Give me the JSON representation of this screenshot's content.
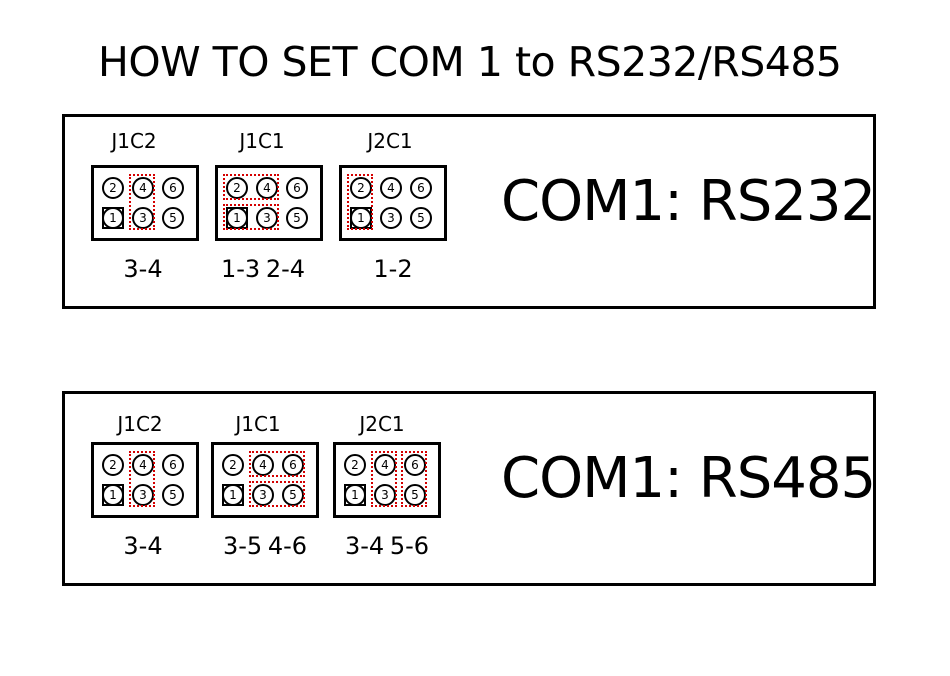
{
  "title": "HOW TO SET COM 1 to RS232/RS485",
  "colors": {
    "jumper_link": "#d40000",
    "outline": "#000000"
  },
  "panels": [
    {
      "id": "rs232",
      "mode_label": "COM1: RS232",
      "jumpers": [
        {
          "name": "J1C2",
          "setting": "3-4",
          "pins_top": [
            "2",
            "4",
            "6"
          ],
          "pins_bottom": [
            "1",
            "3",
            "5"
          ],
          "links": [
            "3-4"
          ]
        },
        {
          "name": "J1C1",
          "setting": "1-3  2-4",
          "pins_top": [
            "2",
            "4",
            "6"
          ],
          "pins_bottom": [
            "1",
            "3",
            "5"
          ],
          "links": [
            "1-3",
            "2-4"
          ]
        },
        {
          "name": "J2C1",
          "setting": "1-2",
          "pins_top": [
            "2",
            "4",
            "6"
          ],
          "pins_bottom": [
            "1",
            "3",
            "5"
          ],
          "links": [
            "1-2"
          ]
        }
      ]
    },
    {
      "id": "rs485",
      "mode_label": "COM1: RS485",
      "jumpers": [
        {
          "name": "J1C2",
          "setting": "3-4",
          "pins_top": [
            "2",
            "4",
            "6"
          ],
          "pins_bottom": [
            "1",
            "3",
            "5"
          ],
          "links": [
            "3-4"
          ]
        },
        {
          "name": "J1C1",
          "setting": "3-5 4-6",
          "pins_top": [
            "2",
            "4",
            "6"
          ],
          "pins_bottom": [
            "1",
            "3",
            "5"
          ],
          "links": [
            "3-5",
            "4-6"
          ]
        },
        {
          "name": "J2C1",
          "setting": "3-4 5-6",
          "pins_top": [
            "2",
            "4",
            "6"
          ],
          "pins_bottom": [
            "1",
            "3",
            "5"
          ],
          "links": [
            "3-4",
            "5-6"
          ]
        }
      ]
    }
  ]
}
